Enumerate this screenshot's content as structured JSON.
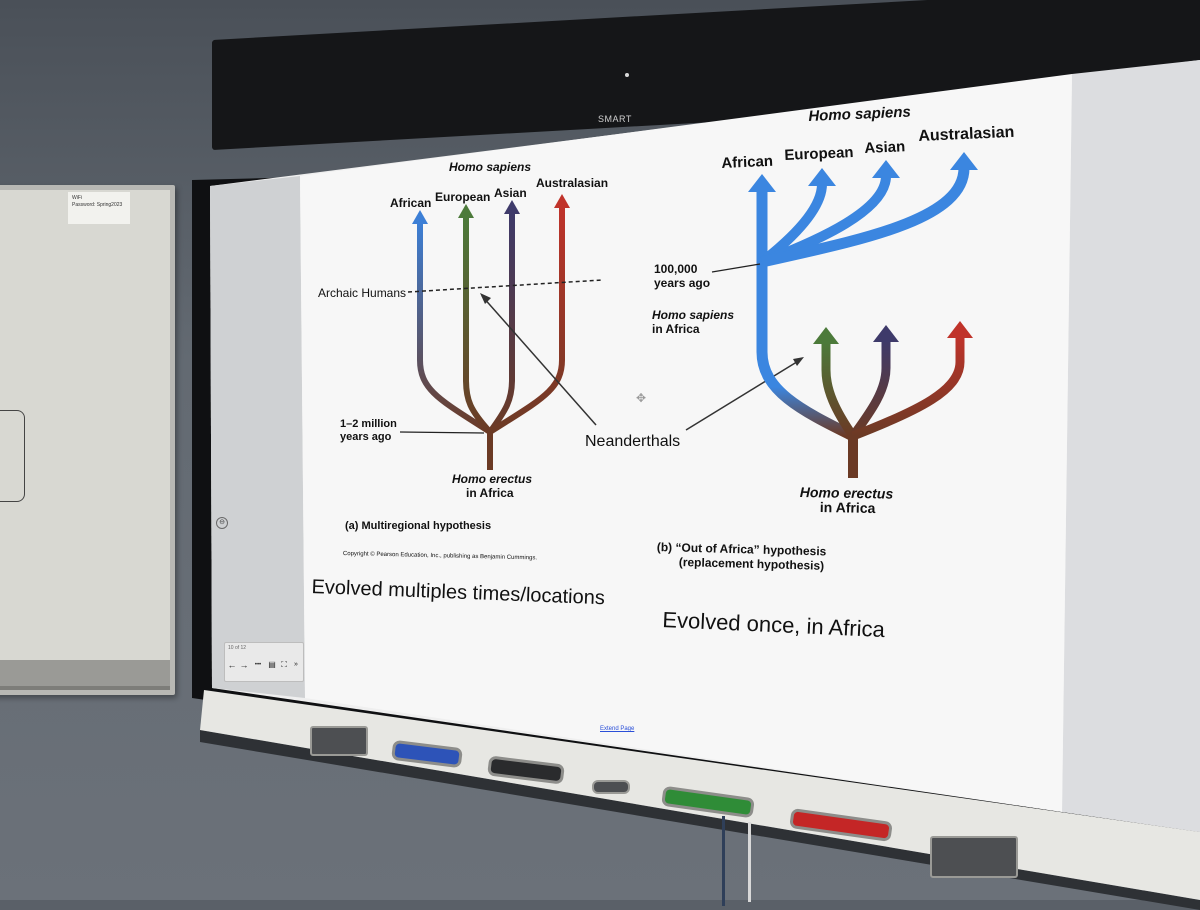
{
  "whiteboard": {
    "note_line1": "WiFi",
    "note_line2": "Password: Spring2023"
  },
  "display": {
    "brand": "SMART"
  },
  "slide": {
    "left_diagram": {
      "group_title": "Homo sapiens",
      "branches": [
        "African",
        "European",
        "Asian",
        "Australasian"
      ],
      "archaic_label": "Archaic Humans",
      "time_label_line1": "1–2 million",
      "time_label_line2": "years ago",
      "origin_line1": "Homo erectus",
      "origin_line2": "in Africa",
      "caption": "(a) Multiregional hypothesis",
      "copyright": "Copyright © Pearson Education, Inc., publishing as Benjamin Cummings.",
      "note": "Evolved multiples times/locations"
    },
    "center_label": "Neanderthals",
    "right_diagram": {
      "group_title": "Homo sapiens",
      "branches": [
        "African",
        "European",
        "Asian",
        "Australasian"
      ],
      "time_label_line1": "100,000",
      "time_label_line2": "years ago",
      "africa_label_line1": "Homo sapiens",
      "africa_label_line2": "in Africa",
      "origin_line1": "Homo erectus",
      "origin_line2": "in Africa",
      "caption_line1": "(b) “Out of Africa” hypothesis",
      "caption_line2": "(replacement hypothesis)",
      "note": "Evolved once, in Africa"
    },
    "extend_link": "Extend Page"
  },
  "toolbar": {
    "page_indicator": "10 of 12",
    "prev": "←",
    "next": "→",
    "more": "•••"
  },
  "colors": {
    "african": "#3c7fd6",
    "european": "#4c7a3a",
    "asian": "#3e3a6a",
    "australasian": "#c0332a",
    "trunk": "#6b3a25",
    "blue_trunk": "#3b86e0"
  },
  "pens": [
    "blue",
    "black",
    "green",
    "red"
  ]
}
